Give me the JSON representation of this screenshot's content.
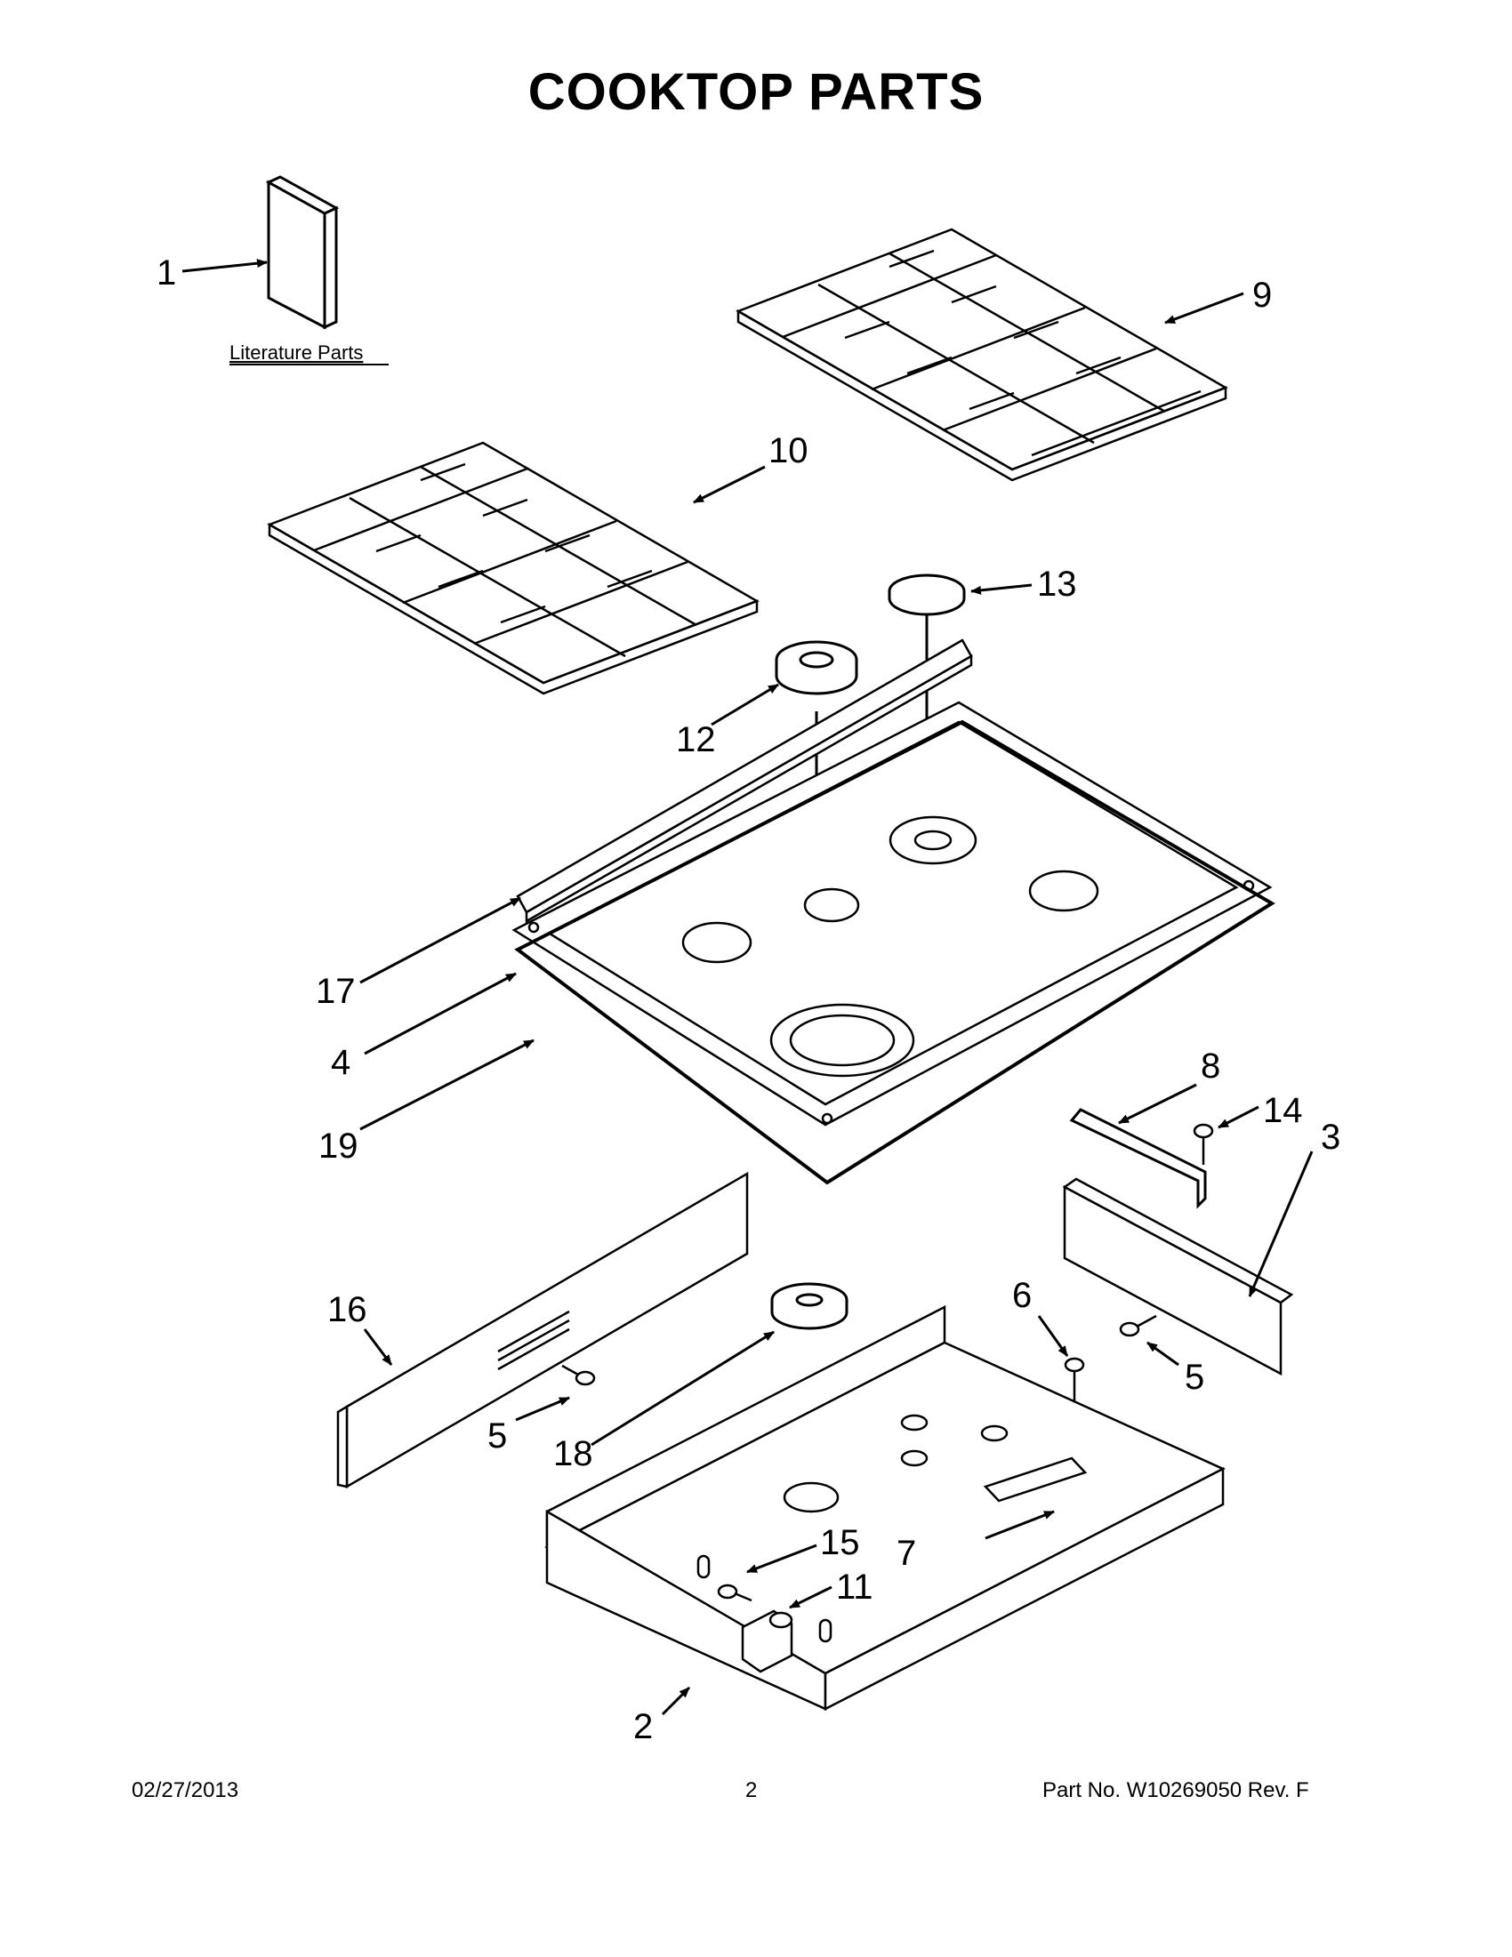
{
  "title": "COOKTOP PARTS",
  "literature_label": "Literature Parts",
  "callouts": {
    "c1": "1",
    "c2": "2",
    "c3": "3",
    "c4": "4",
    "c5a": "5",
    "c5b": "5",
    "c6": "6",
    "c7": "7",
    "c8": "8",
    "c9": "9",
    "c10": "10",
    "c11": "11",
    "c12": "12",
    "c13": "13",
    "c14": "14",
    "c15": "15",
    "c16": "16",
    "c17": "17",
    "c18": "18",
    "c19": "19"
  },
  "footer": {
    "date": "02/27/2013",
    "page": "2",
    "part": "Part No.  W10269050  Rev.  F"
  }
}
